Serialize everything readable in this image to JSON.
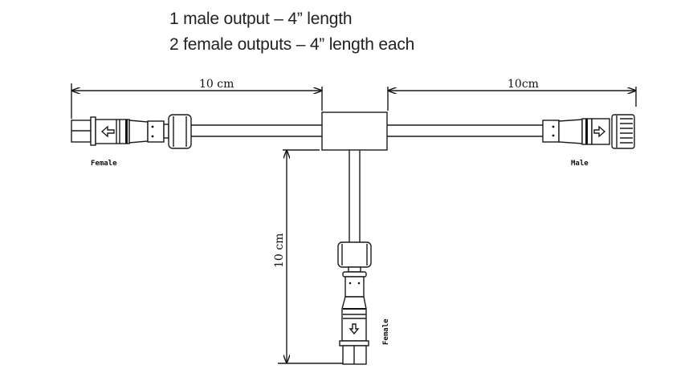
{
  "caption": {
    "line1": "1 male output – 4” length",
    "line2": "2 female outputs – 4” length each"
  },
  "dimensions": {
    "left": "10 cm",
    "right": "10cm",
    "bottom": "10 cm"
  },
  "labels": {
    "left_connector": "Female",
    "right_connector": "Male",
    "bottom_connector": "Female"
  }
}
